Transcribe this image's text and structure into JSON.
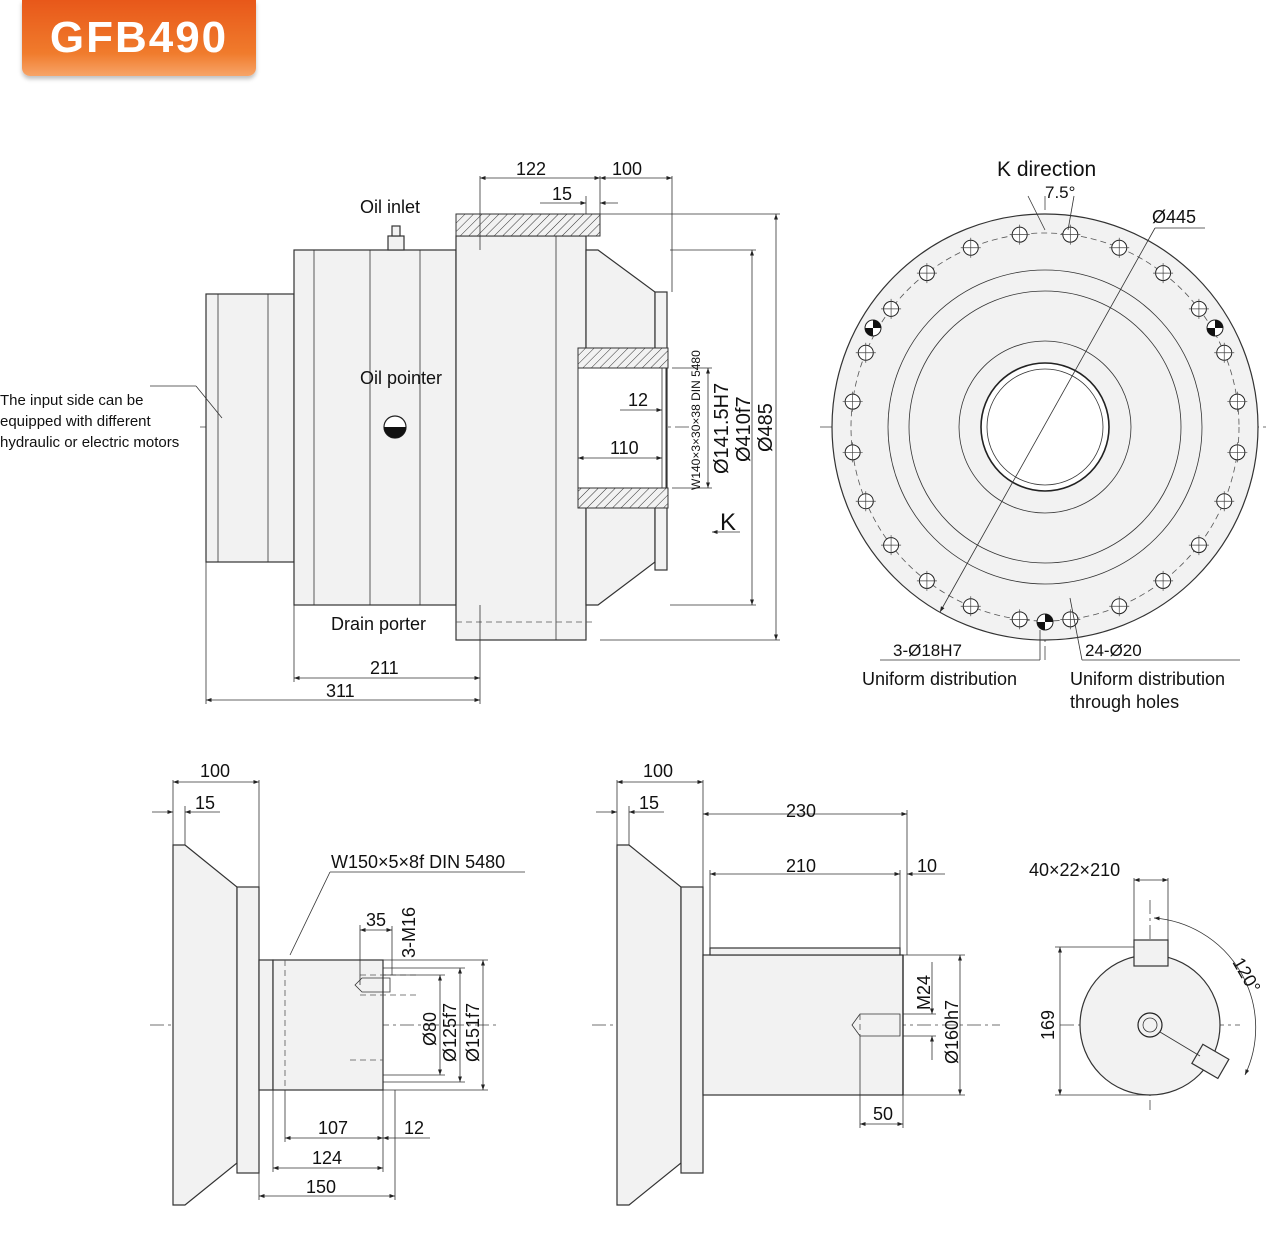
{
  "header": {
    "model": "GFB490"
  },
  "side_view": {
    "oil_inlet": "Oil inlet",
    "oil_pointer": "Oil pointer",
    "drain_porter": "Drain porter",
    "input_note": [
      "The input side can be",
      "equipped with different",
      "hydraulic or electric motors"
    ],
    "dims": {
      "d122": "122",
      "d100": "100",
      "d15": "15",
      "d12": "12",
      "d110": "110",
      "spline": "W140×3×30×38 DIN 5480",
      "d141": "Ø141.5H7",
      "d410": "Ø410f7",
      "d485": "Ø485",
      "k_mark": "K",
      "d211": "211",
      "d311": "311"
    }
  },
  "k_view": {
    "title": "K direction",
    "angle": "7.5°",
    "d445": "Ø445",
    "holes_a": "3-Ø18H7",
    "holes_a_note": "Uniform distribution",
    "holes_b": "24-Ø20",
    "holes_b_note1": "Uniform distribution",
    "holes_b_note2": "through holes"
  },
  "spline_shaft": {
    "d100": "100",
    "d15": "15",
    "spline": "W150×5×8f  DIN 5480",
    "d35": "35",
    "m16": "3-M16",
    "d80": "Ø80",
    "d125": "Ø125f7",
    "d151": "Ø151f7",
    "d107": "107",
    "d12": "12",
    "d124": "124",
    "d150": "150"
  },
  "keyed_shaft": {
    "d100": "100",
    "d15": "15",
    "d230": "230",
    "d210": "210",
    "d10": "10",
    "m24": "M24",
    "d160": "Ø160h7",
    "d50": "50"
  },
  "key_end": {
    "key": "40×22×210",
    "d169": "169",
    "angle": "120°"
  }
}
